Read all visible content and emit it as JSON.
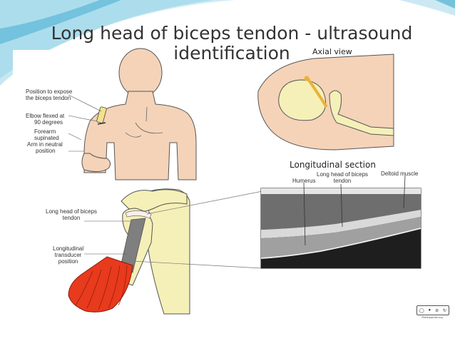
{
  "title": "Long head of biceps tendon - ultrasound identification",
  "labels": {
    "position": [
      "Position to expose",
      "the biceps tendon"
    ],
    "elbow": [
      "Elbow flexed at",
      "90 degrees"
    ],
    "forearm": [
      "Forearm",
      "supinated"
    ],
    "arm": [
      "Arm in neutral",
      "position"
    ],
    "axial_view": "Axial view",
    "longitudinal_section": "Longitudinal section",
    "lhbt_top": [
      "Long head of biceps",
      "tendon"
    ],
    "deltoid": "Deltoid muscle",
    "humerus": "Humerus",
    "lhbt_left": [
      "Long head of biceps",
      "tendon"
    ],
    "transducer": [
      "Longitudinal",
      "transducer",
      "position"
    ]
  },
  "badge": {
    "text": "Radiopaedia.org"
  },
  "colors": {
    "skin": "#f5d3b8",
    "bone": "#f5f0b8",
    "muscle": "#e83a1c",
    "accent": "#2fa8c6"
  }
}
